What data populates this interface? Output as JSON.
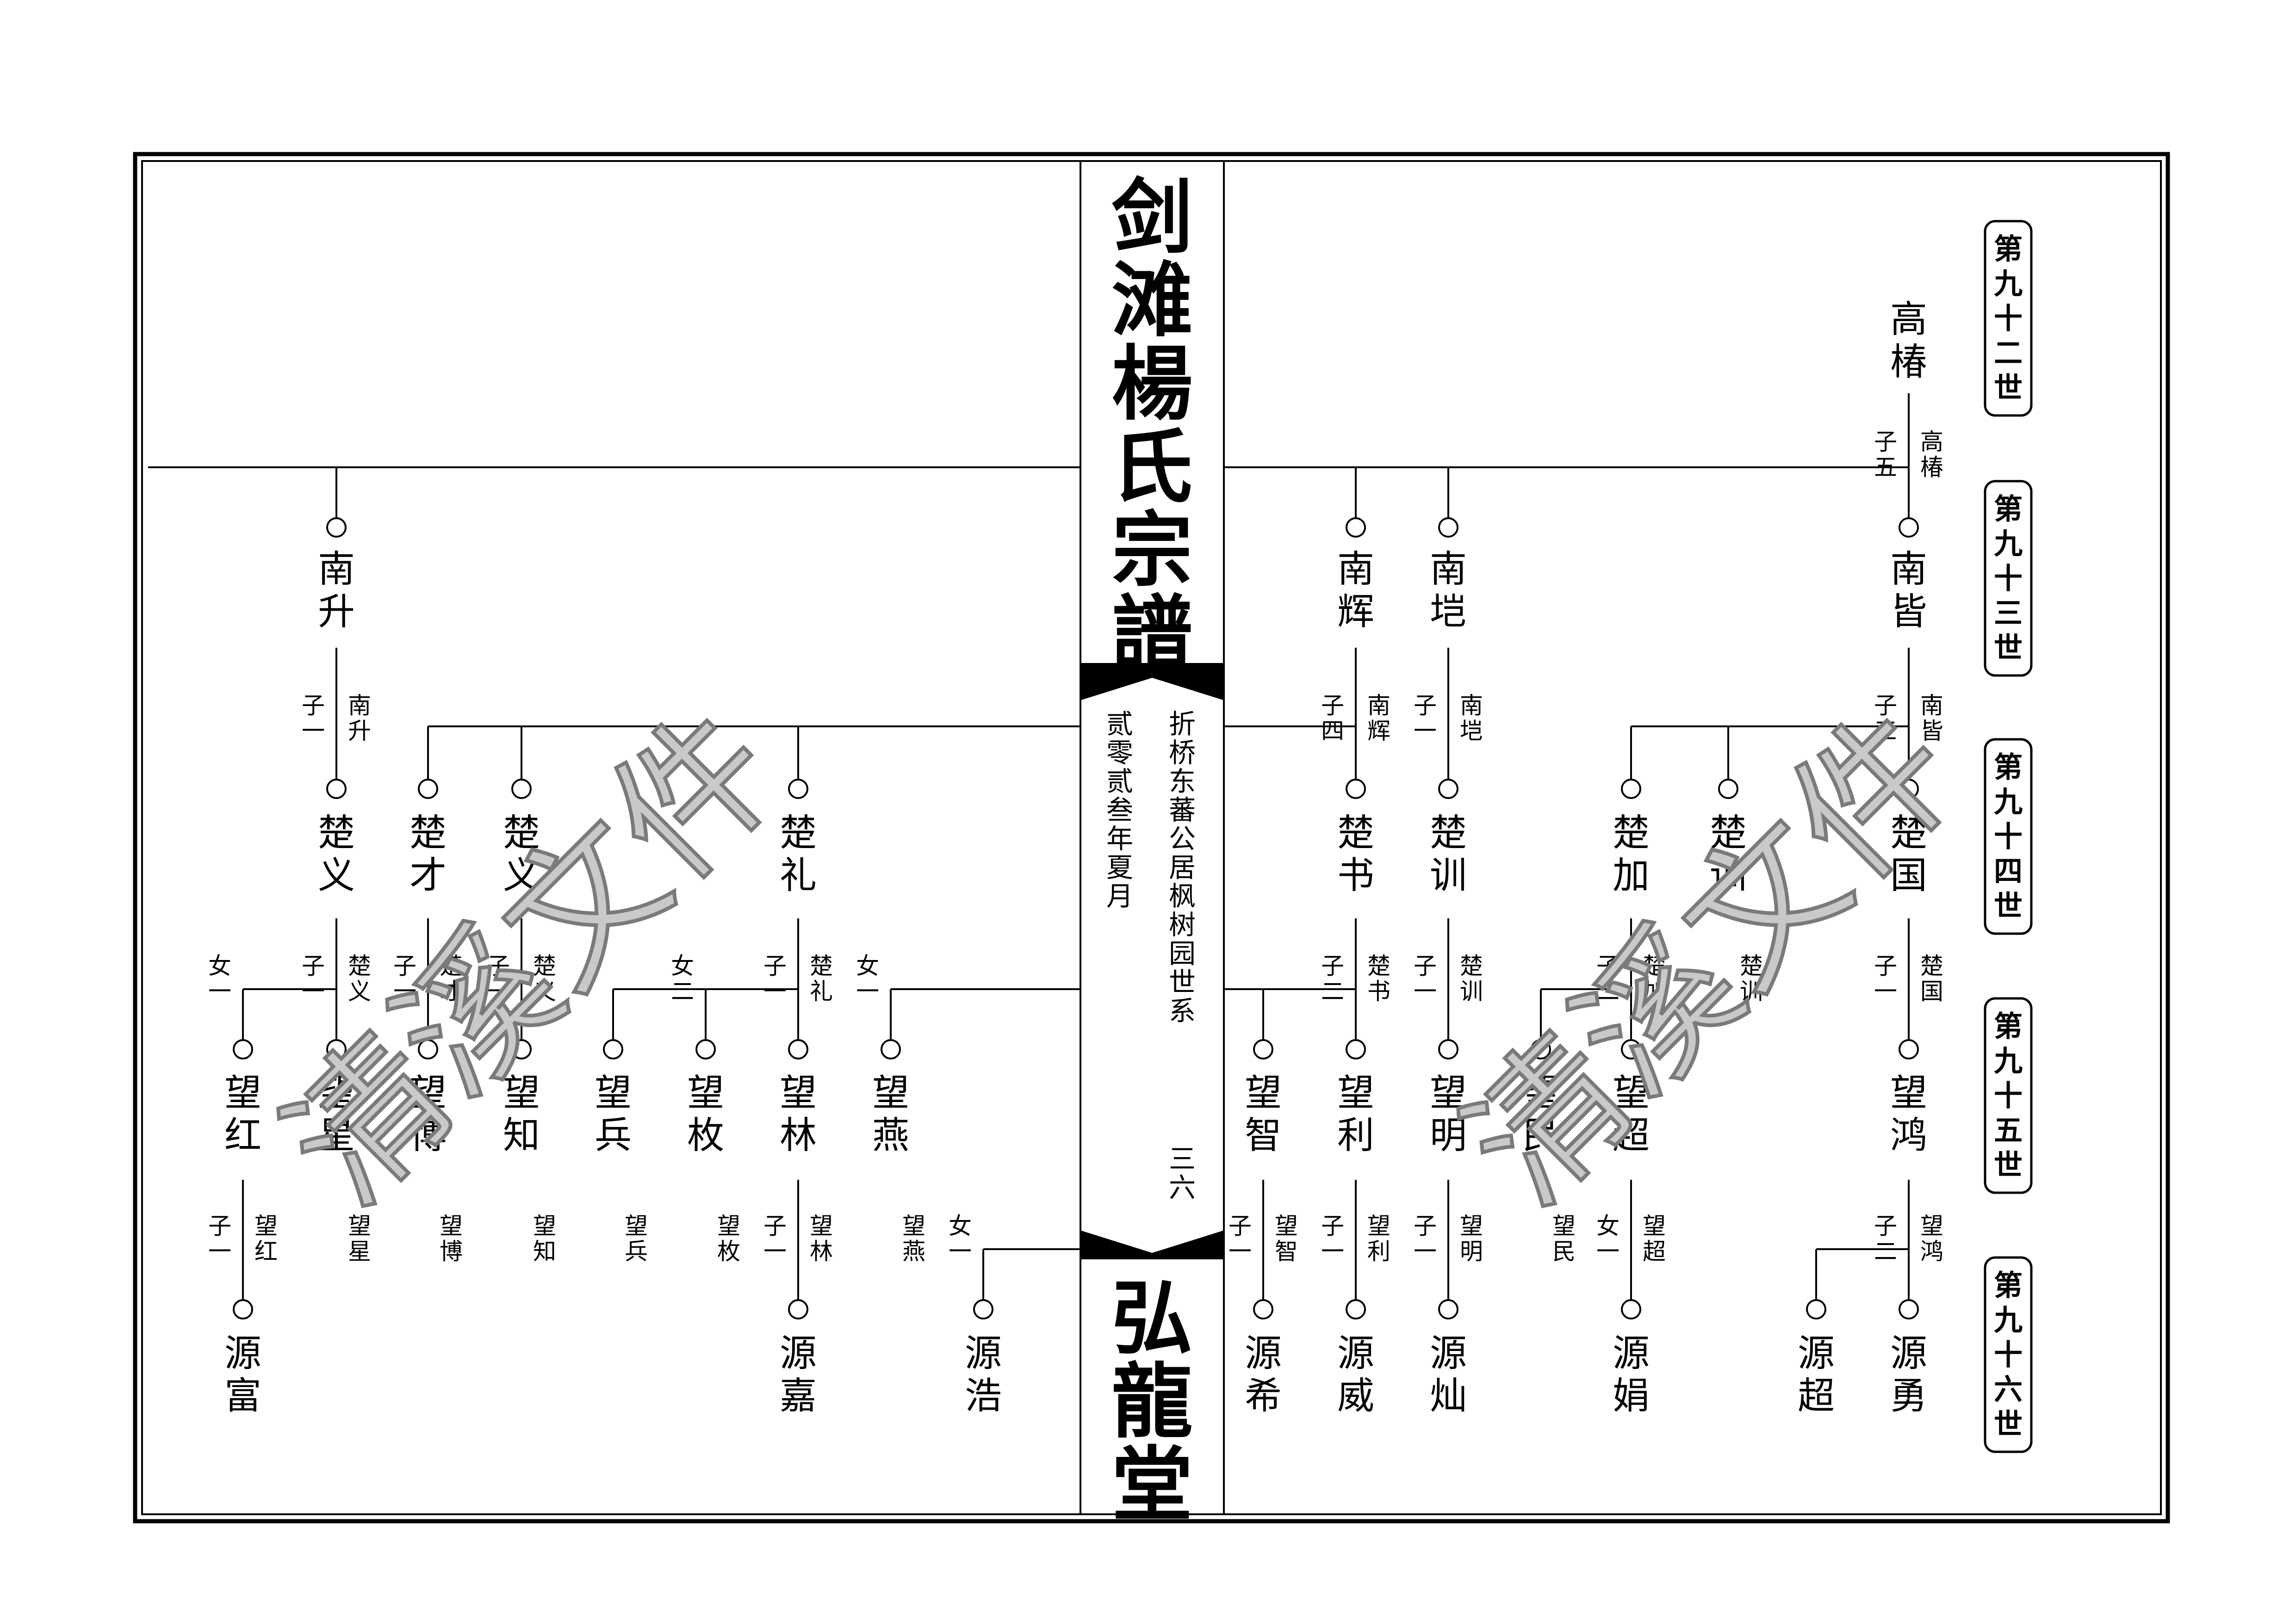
{
  "book_title": "剑滩楊氏宗譜",
  "hall_name": "弘龍堂",
  "branch_line": "折桥东蕃公居枫树园世系",
  "date_line": "贰零贰叁年夏月",
  "page_number": "三六",
  "watermark": "清溪文件",
  "generations": [
    "第九十二世",
    "第九十三世",
    "第九十四世",
    "第九十五世",
    "第九十六世"
  ],
  "persons": {
    "gaochun": "高椿",
    "nanjie": "南皆",
    "nankai": "南垲",
    "nanhui": "南辉",
    "nansheng": "南升",
    "chuguo": "楚国",
    "chuxun": "楚训",
    "chujia": "楚加",
    "chuxun2": "楚训",
    "chushu": "楚书",
    "chuli": "楚礼",
    "chuyi": "楚义",
    "chucai": "楚才",
    "chuyi2": "楚义",
    "wanghong_r": "望鸿",
    "wangchao": "望超",
    "wangmin": "望民",
    "wangming": "望明",
    "wangli": "望利",
    "wangzhi_r": "望智",
    "wangyan": "望燕",
    "wanglin": "望林",
    "wangmei": "望枚",
    "wangbing": "望兵",
    "wangzhi_l": "望知",
    "wangbo": "望博",
    "wangxing": "望星",
    "wanghong_l": "望红",
    "yuanyong": "源勇",
    "yuanchao": "源超",
    "yuanjuan": "源娟",
    "yuancan": "源灿",
    "yuanwei": "源威",
    "yuanxi": "源希",
    "yuanhao": "源浩",
    "yuanjia": "源嘉",
    "yuanfu": "源富"
  },
  "labels": {
    "l_gaochun": [
      "子五",
      "高椿"
    ],
    "l_nanjie": [
      "子三",
      "南皆"
    ],
    "l_nankai": [
      "子一",
      "南垲"
    ],
    "l_nanhui": [
      "子四",
      "南辉"
    ],
    "l_nansheng": [
      "子一",
      "南升"
    ],
    "l_chuguo": [
      "子一",
      "楚国"
    ],
    "l_chuxun2": [
      "",
      "楚训"
    ],
    "l_chujia": [
      "子二",
      "楚加"
    ],
    "l_chuxun": [
      "子一",
      "楚训"
    ],
    "l_chushu": [
      "子二",
      "楚书"
    ],
    "l_chuli": [
      "子一",
      "楚礼"
    ],
    "l_chuli_f": [
      "女一",
      ""
    ],
    "l_chuli_f2": [
      "女二",
      ""
    ],
    "l_chuyi2": [
      "子一",
      "楚义"
    ],
    "l_chucai": [
      "子一",
      "楚才"
    ],
    "l_chuyi": [
      "子一",
      "楚义"
    ],
    "l_chuyi_f": [
      "女一",
      ""
    ],
    "l_wanghong_r": [
      "子二",
      "望鸿"
    ],
    "l_wangchao": [
      "女一",
      "望超"
    ],
    "l_wangmin": [
      "",
      "望民"
    ],
    "l_wangming": [
      "子一",
      "望明"
    ],
    "l_wangli": [
      "子一",
      "望利"
    ],
    "l_wangzhi_r": [
      "子一",
      "望智"
    ],
    "l_wangyan": [
      "",
      "望燕"
    ],
    "l_wangyan_f": [
      "女一",
      ""
    ],
    "l_wanglin": [
      "子一",
      "望林"
    ],
    "l_wangmei": [
      "",
      "望枚"
    ],
    "l_wangbing": [
      "",
      "望兵"
    ],
    "l_wangzhi_l": [
      "",
      "望知"
    ],
    "l_wangbo": [
      "",
      "望博"
    ],
    "l_wangxing": [
      "",
      "望星"
    ],
    "l_wanghong_l": [
      "子一",
      "望红"
    ]
  },
  "colors": {
    "ink": "#000000",
    "watermark_fill": "#c9c9c9",
    "watermark_stroke": "#7a7a7a"
  }
}
